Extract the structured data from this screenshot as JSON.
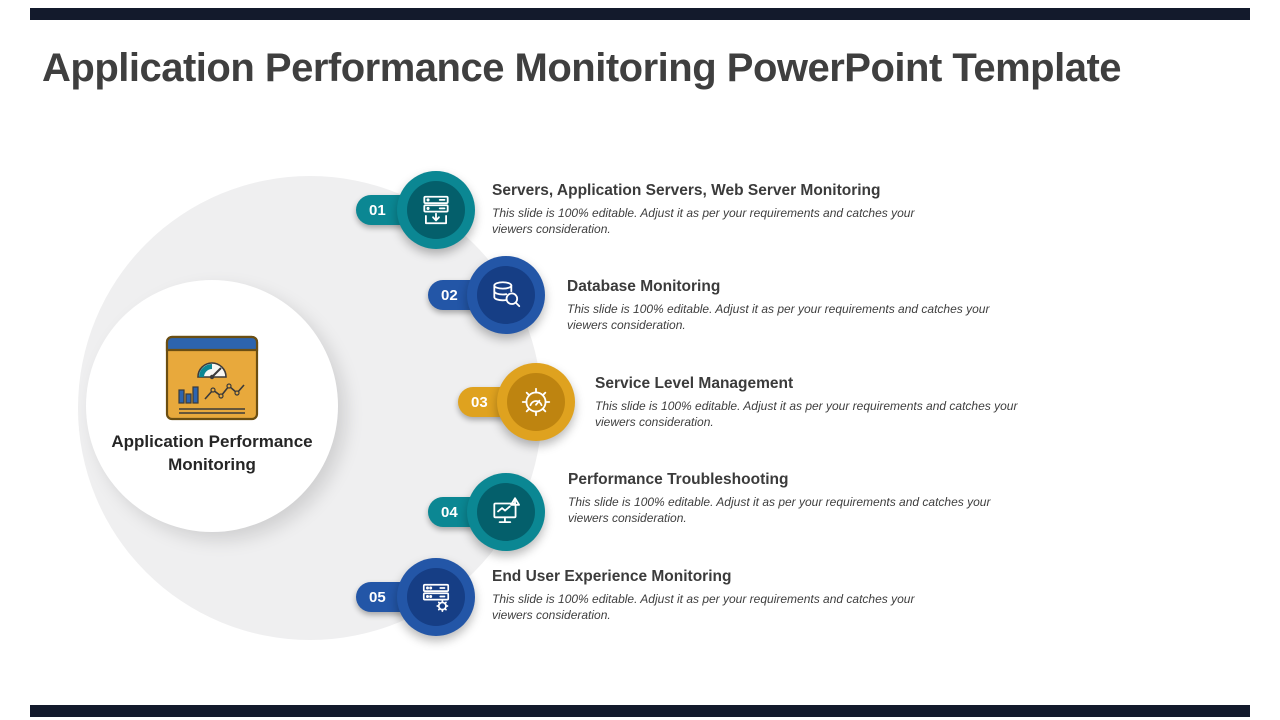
{
  "slide": {
    "title": "Application Performance Monitoring PowerPoint Template",
    "accent_bar_color": "#131A2C",
    "colors": {
      "teal": "#0B8793",
      "teal_dark": "#045F6B",
      "blue": "#2356A7",
      "blue_dark": "#163E85",
      "gold": "#DFA21F",
      "gold_dark": "#BE8410",
      "background_circle": "#EFEFF0",
      "title_text": "#3F3F3F"
    },
    "center": {
      "icon": "apm-dashboard-icon",
      "label_line1": "Application  Performance",
      "label_line2": "Monitoring"
    },
    "items": [
      {
        "number": "01",
        "title": "Servers, Application Servers, Web Server Monitoring",
        "description": "This slide is 100% editable. Adjust it as per your requirements and catches your viewers consideration.",
        "color": "#0B8793",
        "icon": "server-rack-download-icon"
      },
      {
        "number": "02",
        "title": "Database Monitoring",
        "description": "This slide is 100% editable. Adjust it as per your requirements and catches your viewers consideration.",
        "color": "#2356A7",
        "icon": "database-search-icon"
      },
      {
        "number": "03",
        "title": "Service Level Management",
        "description": "This slide is 100% editable. Adjust it as per your requirements and catches your viewers consideration.",
        "color": "#DFA21F",
        "icon": "gear-gauge-icon"
      },
      {
        "number": "04",
        "title": "Performance Troubleshooting",
        "description": "This slide is 100% editable. Adjust it as per your requirements and catches your viewers consideration.",
        "color": "#0B8793",
        "icon": "monitor-alert-icon"
      },
      {
        "number": "05",
        "title": "End User Experience Monitoring",
        "description": "This slide is 100% editable. Adjust it as per your requirements and catches your viewers consideration.",
        "color": "#2356A7",
        "icon": "server-gear-icon"
      }
    ]
  }
}
